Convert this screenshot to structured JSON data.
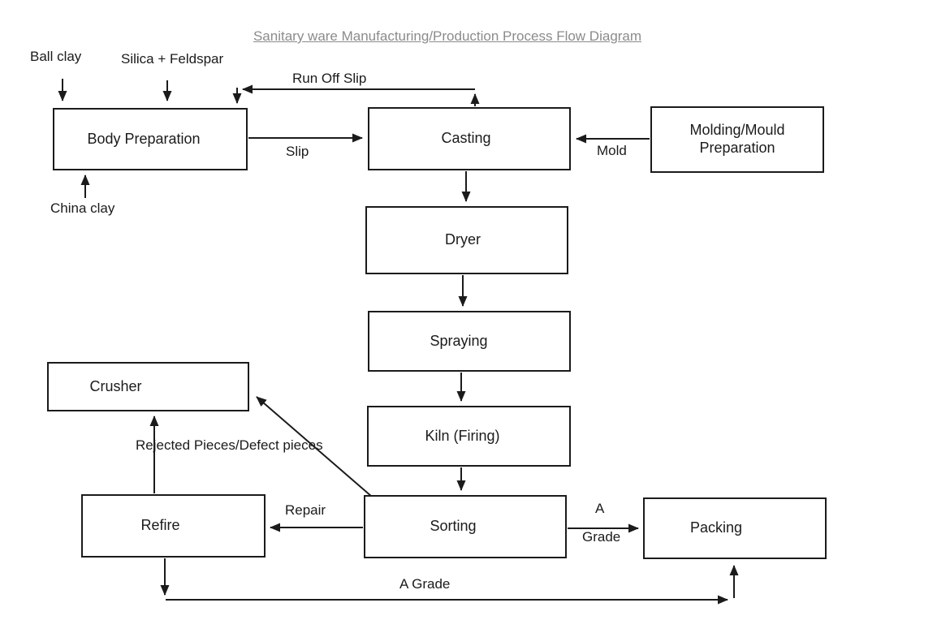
{
  "diagram": {
    "title": "Sanitary ware Manufacturing/Production Process Flow Diagram",
    "nodes": {
      "body_preparation": "Body Preparation",
      "casting": "Casting",
      "molding_mould_preparation": "Molding/Mould Preparation",
      "dryer": "Dryer",
      "spraying": "Spraying",
      "kiln_firing": "Kiln (Firing)",
      "sorting": "Sorting",
      "refire": "Refire",
      "crusher": "Crusher",
      "packing": "Packing"
    },
    "labels": {
      "ball_clay": "Ball clay",
      "silica_feldspar": "Silica + Feldspar",
      "china_clay": "China clay",
      "run_off_slip": "Run Off Slip",
      "slip": "Slip",
      "mold": "Mold",
      "rejected_pieces": "Rejected Pieces/Defect pieces",
      "repair": "Repair",
      "a_grade_right_line1": "A",
      "a_grade_right_line2": "Grade",
      "a_grade_bottom": "A Grade"
    },
    "edges": [
      {
        "from": "Ball clay",
        "to": "Body Preparation",
        "label": ""
      },
      {
        "from": "Silica + Feldspar",
        "to": "Body Preparation",
        "label": ""
      },
      {
        "from": "China clay",
        "to": "Body Preparation",
        "label": ""
      },
      {
        "from": "Body Preparation",
        "to": "Casting",
        "label": "Slip"
      },
      {
        "from": "Casting",
        "to": "Body Preparation",
        "label": "Run Off Slip"
      },
      {
        "from": "Molding/Mould Preparation",
        "to": "Casting",
        "label": "Mold"
      },
      {
        "from": "Casting",
        "to": "Dryer",
        "label": ""
      },
      {
        "from": "Dryer",
        "to": "Spraying",
        "label": ""
      },
      {
        "from": "Spraying",
        "to": "Kiln (Firing)",
        "label": ""
      },
      {
        "from": "Kiln (Firing)",
        "to": "Sorting",
        "label": ""
      },
      {
        "from": "Sorting",
        "to": "Packing",
        "label": "A Grade"
      },
      {
        "from": "Sorting",
        "to": "Refire",
        "label": "Repair"
      },
      {
        "from": "Sorting",
        "to": "Crusher",
        "label": "Rejected Pieces/Defect pieces"
      },
      {
        "from": "Refire",
        "to": "Crusher",
        "label": ""
      },
      {
        "from": "Refire",
        "to": "Packing",
        "label": "A Grade"
      }
    ],
    "colors": {
      "line": "#1b1b1b",
      "title_gray": "#8b8b8b",
      "background": "#ffffff"
    }
  }
}
